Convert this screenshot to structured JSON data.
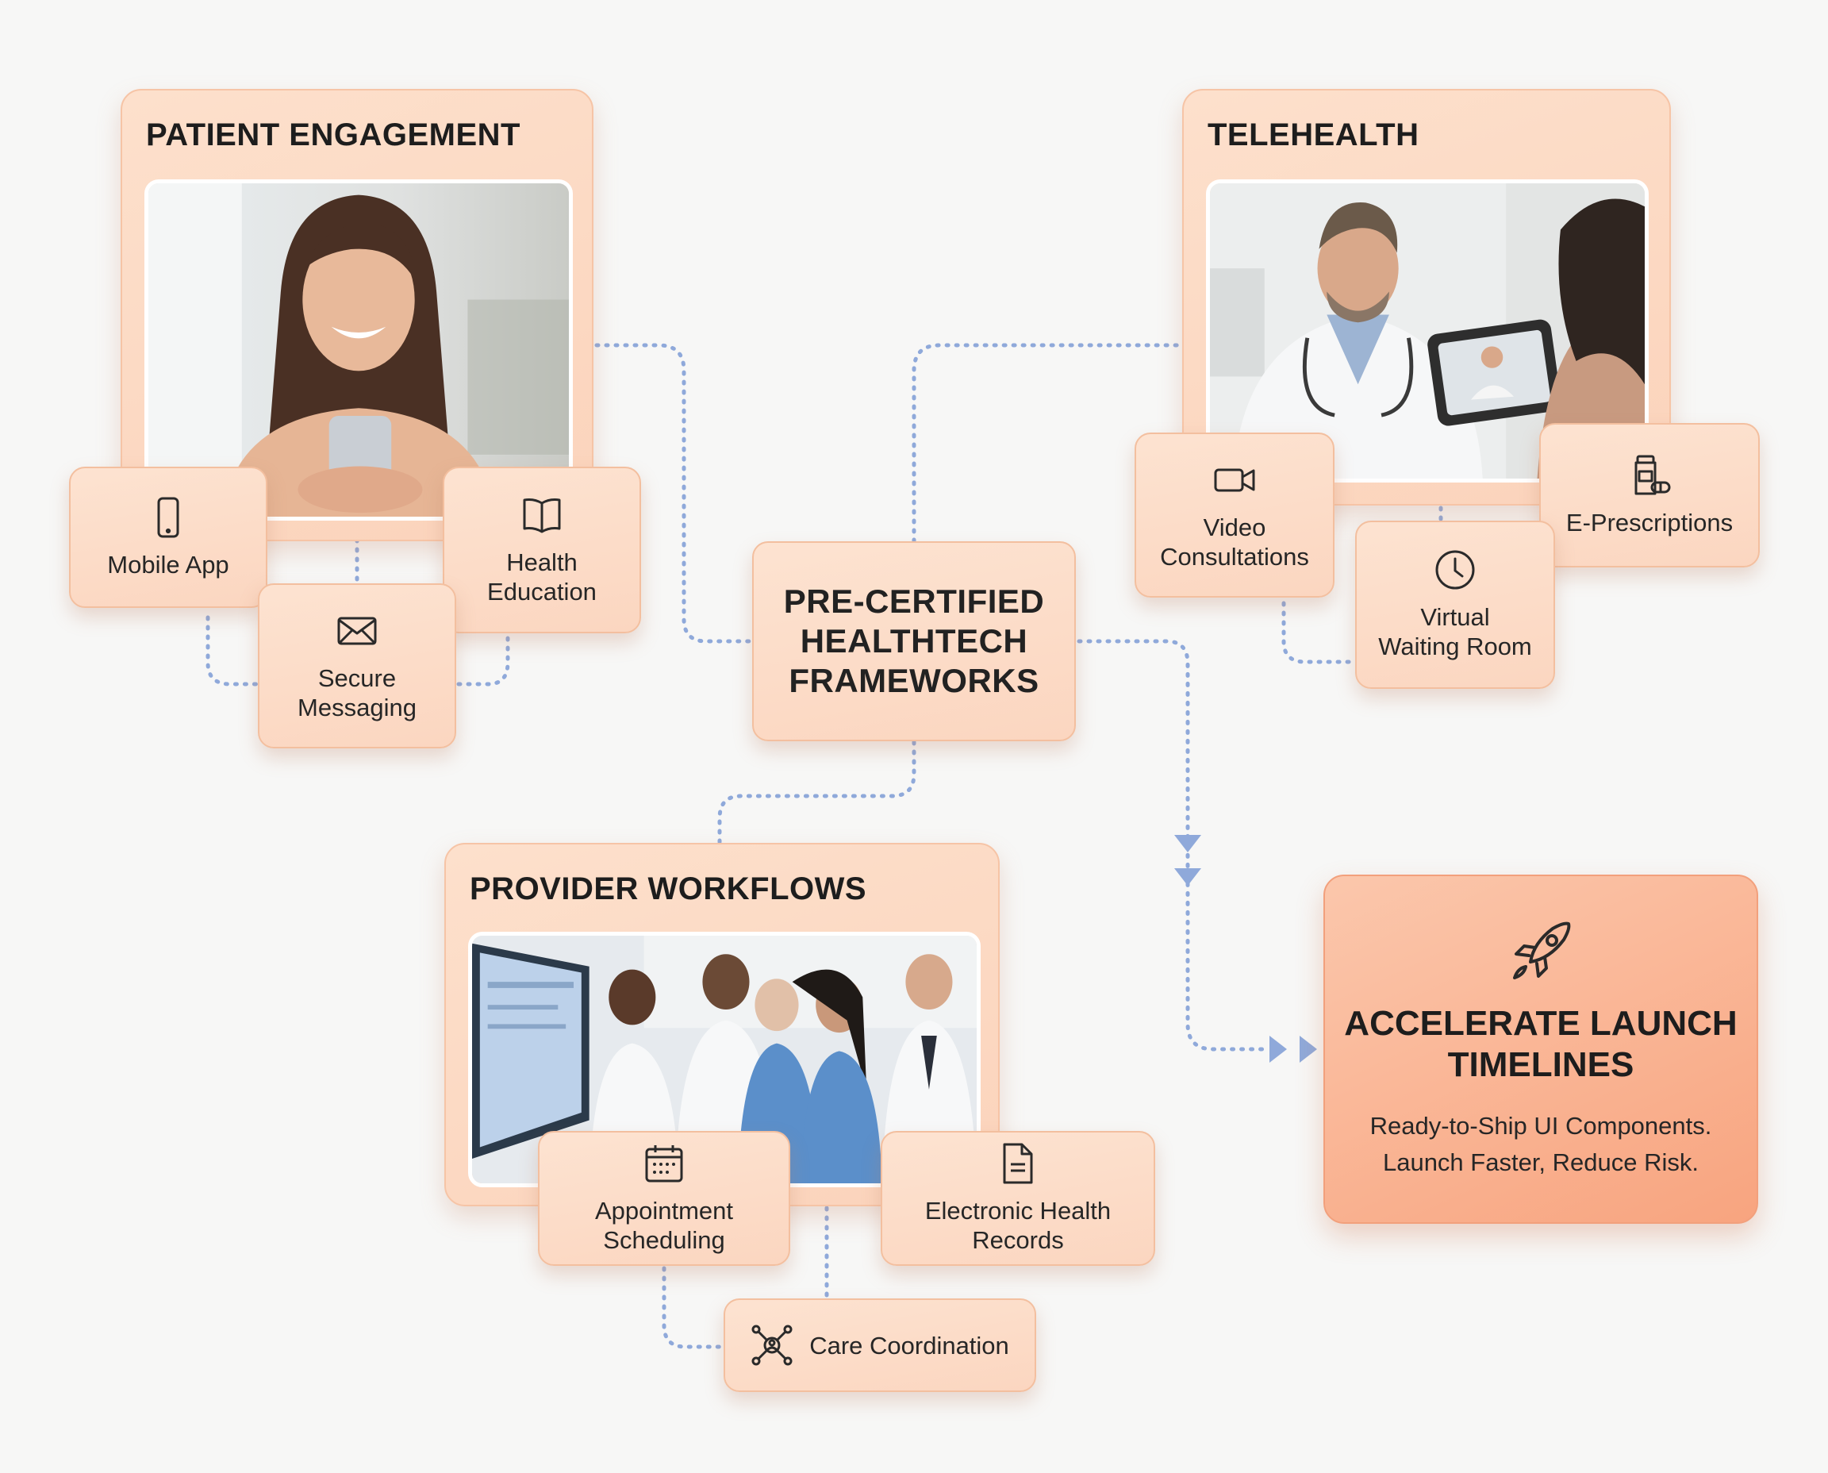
{
  "colors": {
    "panel": "#fbd6c0",
    "hero": "#f8a47f",
    "connector": "#8fa9da",
    "text": "#222222"
  },
  "center": {
    "title": "PRE-CERTIFIED\nHEALTHTECH\nFRAMEWORKS"
  },
  "patient_engagement": {
    "title": "PATIENT ENGAGEMENT",
    "cards": [
      {
        "label": "Mobile App",
        "icon": "smartphone-icon"
      },
      {
        "label": "Health\nEducation",
        "icon": "open-book-icon"
      },
      {
        "label": "Secure\nMessaging",
        "icon": "envelope-icon"
      }
    ]
  },
  "telehealth": {
    "title": "TELEHEALTH",
    "cards": [
      {
        "label": "Video\nConsultations",
        "icon": "video-camera-icon"
      },
      {
        "label": "E-Prescriptions",
        "icon": "pill-bottle-icon"
      },
      {
        "label": "Virtual\nWaiting Room",
        "icon": "clock-icon"
      }
    ]
  },
  "provider_workflows": {
    "title": "PROVIDER WORKFLOWS",
    "cards": [
      {
        "label": "Appointment\nScheduling",
        "icon": "calendar-icon"
      },
      {
        "label": "Electronic Health\nRecords",
        "icon": "document-icon"
      },
      {
        "label": "Care Coordination",
        "icon": "network-icon"
      }
    ]
  },
  "outcome": {
    "title": "ACCELERATE LAUNCH\nTIMELINES",
    "subtitle": "Ready-to-Ship UI Components.\nLaunch Faster, Reduce Risk.",
    "icon": "rocket-icon"
  }
}
